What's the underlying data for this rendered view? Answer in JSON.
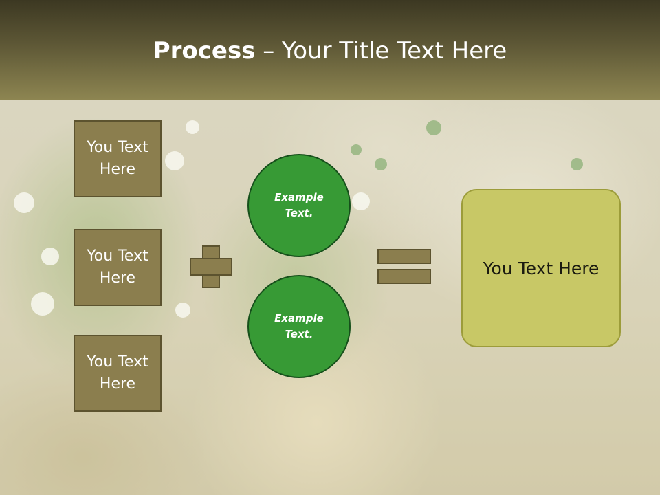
{
  "title": {
    "bold": "Process",
    "rest": " – Your Title Text Here"
  },
  "left_boxes": [
    {
      "label": "You Text Here"
    },
    {
      "label": "You Text Here"
    },
    {
      "label": "You Text Here"
    }
  ],
  "circles": [
    {
      "label": "Example Text."
    },
    {
      "label": "Example Text."
    }
  ],
  "result": {
    "label": "You Text Here"
  },
  "colors": {
    "header_dark": "#3c3822",
    "header_light": "#8d8551",
    "box_fill": "#8b7e4e",
    "box_border": "#5c532f",
    "circle_fill": "#379a35",
    "circle_border": "#16501b",
    "result_fill": "#c8c866"
  },
  "icons": {
    "operator_1": "plus-icon",
    "operator_2": "equals-icon"
  }
}
